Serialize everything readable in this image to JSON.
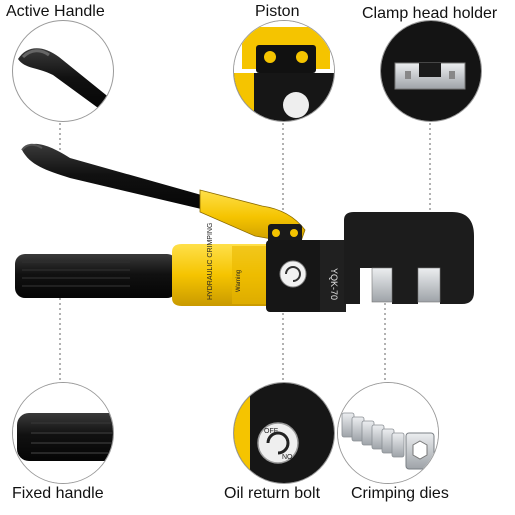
{
  "labels": {
    "active_handle": "Active Handle",
    "piston": "Piston",
    "clamp_head_holder": "Clamp head holder",
    "fixed_handle": "Fixed handle",
    "oil_return_bolt": "Oil return bolt",
    "crimping_dies": "Crimping dies"
  },
  "product": {
    "model": "YQK-70",
    "body_text": "HYDRAULIC CRIMPING",
    "warning": "Warning",
    "valve_off": "OFF",
    "valve_on": "NO"
  },
  "colors": {
    "yellow": "#f5c400",
    "black": "#141414",
    "steel": "#c9ccd0"
  }
}
